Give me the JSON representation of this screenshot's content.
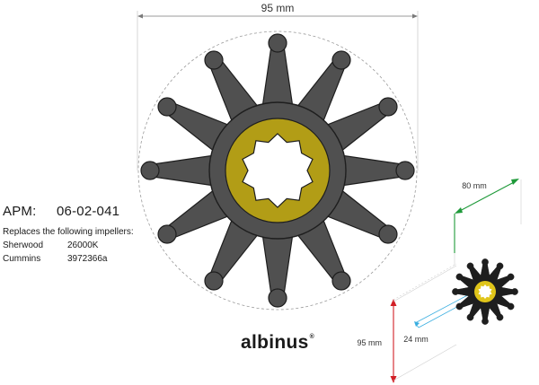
{
  "diagram": {
    "width_label": "95 mm",
    "colors": {
      "rubber": "#505050",
      "rubber_outline": "#1e1e1e",
      "brass": "#b29d16",
      "dimension_line": "#7a7a7a"
    }
  },
  "part_info": {
    "apm_label": "APM:",
    "apm_number": "06-02-041",
    "replaces_heading": "Replaces the following impellers:",
    "cross_references": [
      {
        "brand": "Sherwood",
        "part_number": "26000K"
      },
      {
        "brand": "Cummins",
        "part_number": "3972366a"
      }
    ]
  },
  "logo": {
    "text": "albinus",
    "mark": "®"
  },
  "thumbnail": {
    "diameter_label": "95 mm",
    "length_label": "80 mm",
    "bore_label": "24 mm",
    "colors": {
      "diameter": "#d21f26",
      "length": "#1f9a3a",
      "bore": "#39aee0"
    }
  }
}
